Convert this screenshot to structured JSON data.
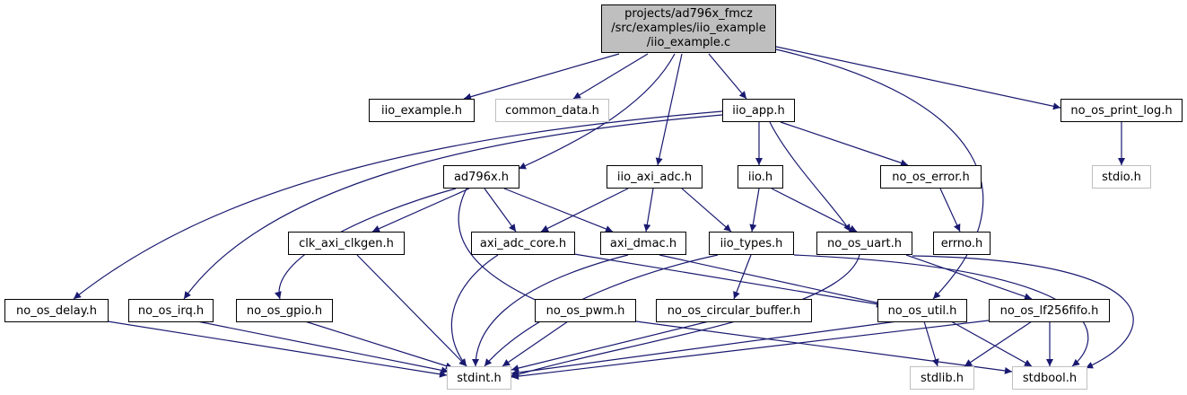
{
  "colors": {
    "edge": "#191970",
    "root_fill": "#bfbfbf",
    "system_border": "#bfbfbf",
    "local_border": "#000000"
  },
  "nodes": {
    "root": {
      "line1": "projects/ad796x_fmcz",
      "line2": "/src/examples/iio_example",
      "line3": "/iio_example.c"
    },
    "iio_example_h": "iio_example.h",
    "common_data_h": "common_data.h",
    "iio_app_h": "iio_app.h",
    "no_os_print_log_h": "no_os_print_log.h",
    "stdio_h": "stdio.h",
    "ad796x_h": "ad796x.h",
    "iio_axi_adc_h": "iio_axi_adc.h",
    "iio_h": "iio.h",
    "no_os_error_h": "no_os_error.h",
    "errno_h": "errno.h",
    "clk_axi_clkgen_h": "clk_axi_clkgen.h",
    "axi_adc_core_h": "axi_adc_core.h",
    "axi_dmac_h": "axi_dmac.h",
    "iio_types_h": "iio_types.h",
    "no_os_uart_h": "no_os_uart.h",
    "no_os_delay_h": "no_os_delay.h",
    "no_os_irq_h": "no_os_irq.h",
    "no_os_gpio_h": "no_os_gpio.h",
    "no_os_pwm_h": "no_os_pwm.h",
    "no_os_circular_buffer_h": "no_os_circular_buffer.h",
    "no_os_util_h": "no_os_util.h",
    "no_os_lf256fifo_h": "no_os_lf256fifo.h",
    "stdint_h": "stdint.h",
    "stdlib_h": "stdlib.h",
    "stdbool_h": "stdbool.h"
  }
}
